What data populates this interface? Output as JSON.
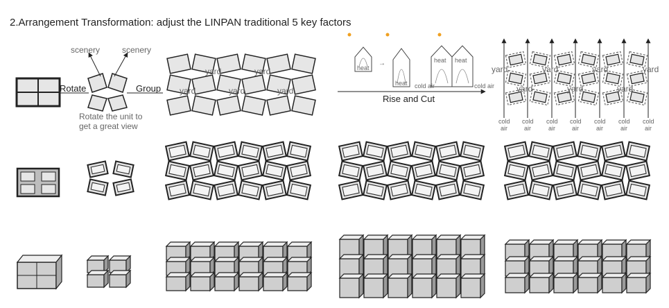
{
  "title": "2.Arrangement Transformation: adjust the LINPAN traditional 5 key factors",
  "labels": {
    "scenery_left": "scenery",
    "scenery_right": "scenery",
    "rotate": "Rotate",
    "group": "Group",
    "note_line1": "Rotate the unit to",
    "note_line2": "get a great view",
    "yard": "yard",
    "rise_and_cut": "Rise and Cut",
    "heat": "heat",
    "cold_air": "cold air",
    "cold": "cold",
    "air": "air",
    "arrow_small": "→"
  },
  "colors": {
    "ink": "#222222",
    "fill": "#e6e6e6",
    "fill_dark": "#bdbdbd",
    "dot": "#f0a020",
    "label": "#777777"
  }
}
